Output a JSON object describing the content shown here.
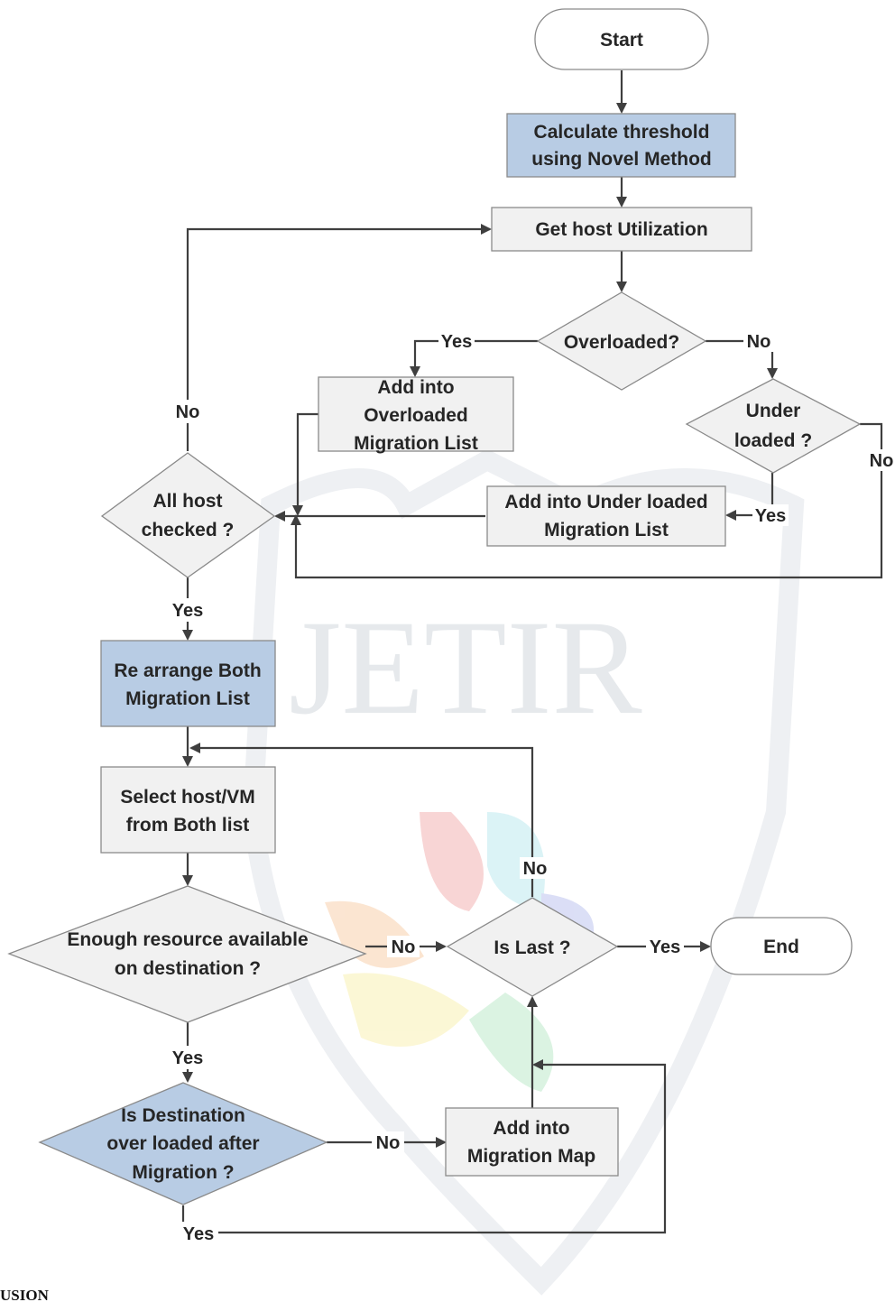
{
  "watermark": "JETIR",
  "footer_fragment": "USION",
  "colors": {
    "process_fill": "#f1f1f1",
    "highlight_fill": "#b8cce4",
    "border": "#8a8a8a",
    "edge": "#3f3f3f",
    "text": "#262626"
  },
  "nodes": {
    "start": {
      "lines": [
        "Start"
      ]
    },
    "calc_threshold": {
      "lines": [
        "Calculate threshold",
        "using Novel Method"
      ]
    },
    "get_util": {
      "lines": [
        "Get host Utilization"
      ]
    },
    "overloaded": {
      "lines": [
        "Overloaded?"
      ]
    },
    "add_overloaded": {
      "lines": [
        "Add into",
        "Overloaded",
        "Migration List"
      ]
    },
    "underloaded": {
      "lines": [
        "Under",
        "loaded ?"
      ]
    },
    "add_underloaded": {
      "lines": [
        "Add into Under loaded",
        "Migration List"
      ]
    },
    "all_checked": {
      "lines": [
        "All host",
        "checked ?"
      ]
    },
    "rearrange": {
      "lines": [
        "Re arrange Both",
        "Migration List"
      ]
    },
    "select_host": {
      "lines": [
        "Select host/VM",
        "from Both list"
      ]
    },
    "enough_resource": {
      "lines": [
        "Enough resource available",
        "on destination ?"
      ]
    },
    "is_last": {
      "lines": [
        "Is Last ?"
      ]
    },
    "end": {
      "lines": [
        "End"
      ]
    },
    "dest_overloaded": {
      "lines": [
        "Is Destination",
        "over loaded after",
        "Migration ?"
      ]
    },
    "add_map": {
      "lines": [
        "Add into",
        "Migration Map"
      ]
    }
  },
  "edge_labels": {
    "overloaded_yes": "Yes",
    "overloaded_no": "No",
    "underloaded_yes": "Yes",
    "underloaded_no": "No",
    "allchecked_no": "No",
    "allchecked_yes": "Yes",
    "enough_no": "No",
    "enough_yes": "Yes",
    "islast_yes": "Yes",
    "islast_no": "No",
    "dest_no": "No",
    "dest_yes": "Yes"
  }
}
